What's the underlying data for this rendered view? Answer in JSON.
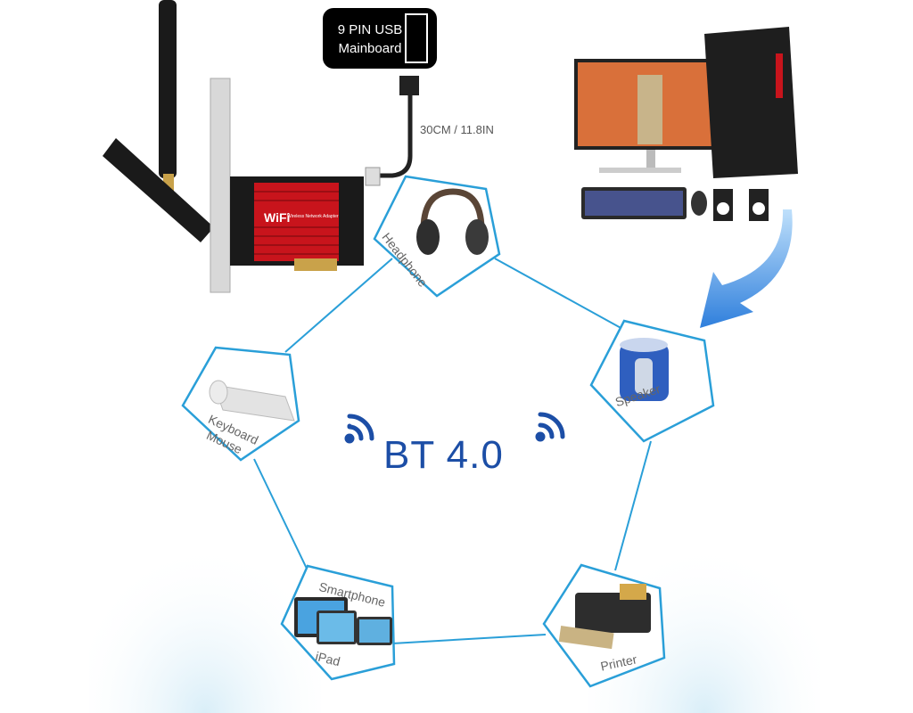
{
  "usb_badge": {
    "line1": "9 PIN USB",
    "line2": "Mainboard"
  },
  "cable_length": "30CM / 11.8IN",
  "card": {
    "brand": "WiFi",
    "subtitle": "Wireless Network Adapter"
  },
  "center_label": "BT 4.0",
  "devices": [
    {
      "label": "Headphone"
    },
    {
      "label": "Speaker"
    },
    {
      "label": "Keyboard",
      "label2": "Mouse"
    },
    {
      "label": "Smartphone",
      "label2": "iPad"
    },
    {
      "label": "Printer"
    }
  ],
  "colors": {
    "accent": "#1c4ea6",
    "frame": "#2a9fd8",
    "card_red": "#c8141c",
    "arrow": "#3a8fe0"
  }
}
